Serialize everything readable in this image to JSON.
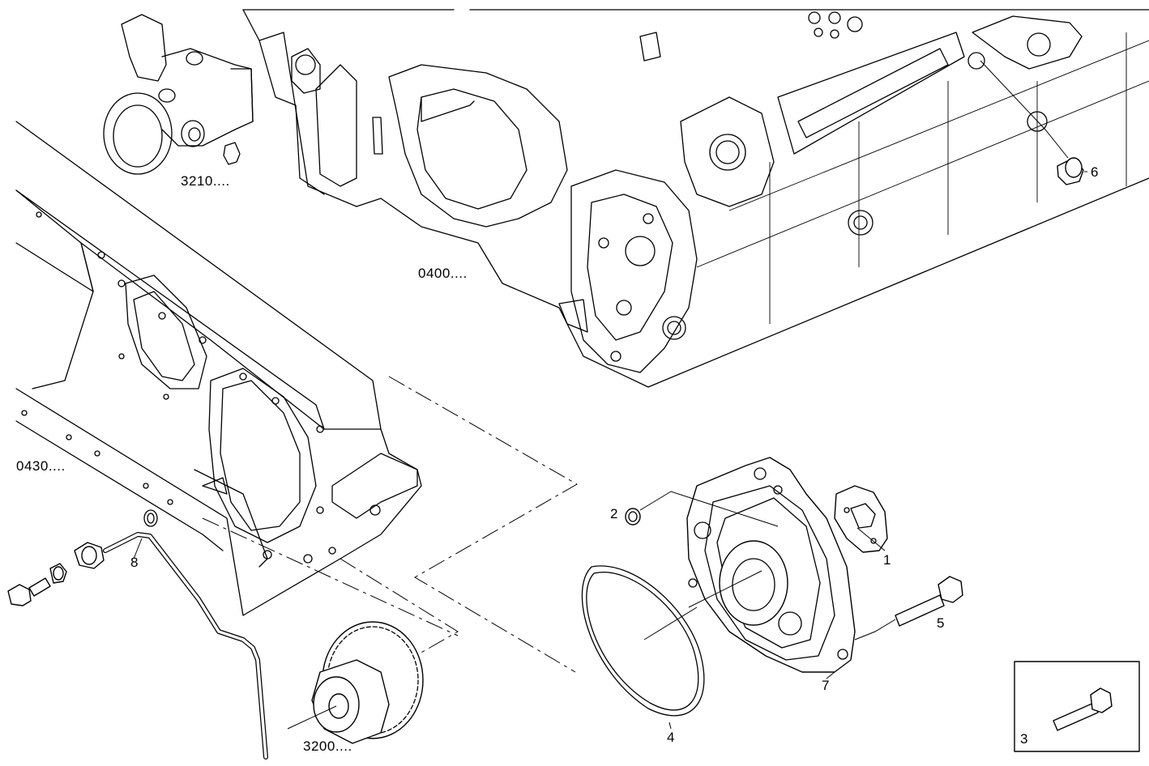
{
  "diagram": {
    "refs": {
      "r3210": "3210....",
      "r0400": "0400....",
      "r0430": "0430....",
      "r3200": "3200...."
    },
    "callouts": {
      "c1": "1",
      "c2": "2",
      "c3": "3",
      "c4": "4",
      "c5": "5",
      "c6": "6",
      "c7": "7",
      "c8": "8"
    }
  }
}
